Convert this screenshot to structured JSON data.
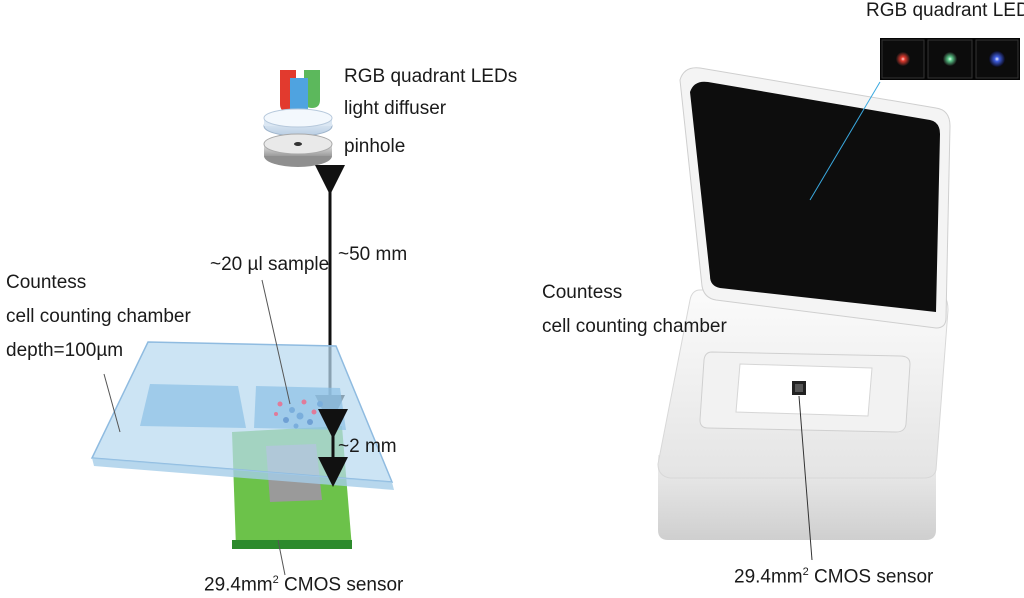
{
  "left_panel": {
    "led_label": "RGB quadrant LEDs",
    "diffuser_label": "light diffuser",
    "pinhole_label": "pinhole",
    "distance_large": "~50 mm",
    "sample_label": "~20 µl sample",
    "chamber_line1": "Countess",
    "chamber_line2": "cell counting chamber",
    "chamber_line3": "depth=100µm",
    "distance_small": "~2 mm",
    "sensor_prefix": "29.4mm",
    "sensor_sup": "2",
    "sensor_suffix": " CMOS sensor"
  },
  "right_panel": {
    "led_label": "RGB quadrant LEDs",
    "chamber_line1": "Countess",
    "chamber_line2": "cell counting chamber",
    "sensor_prefix": "29.4mm",
    "sensor_sup": "2",
    "sensor_suffix": " CMOS sensor"
  },
  "colors": {
    "led_red": "#e23a2e",
    "led_green": "#5cb85c",
    "led_blue": "#4fa3e0",
    "slide": "#b9d9f0",
    "sensor_board": "#6cc24a",
    "sensor_chip": "#9a9a9a"
  }
}
